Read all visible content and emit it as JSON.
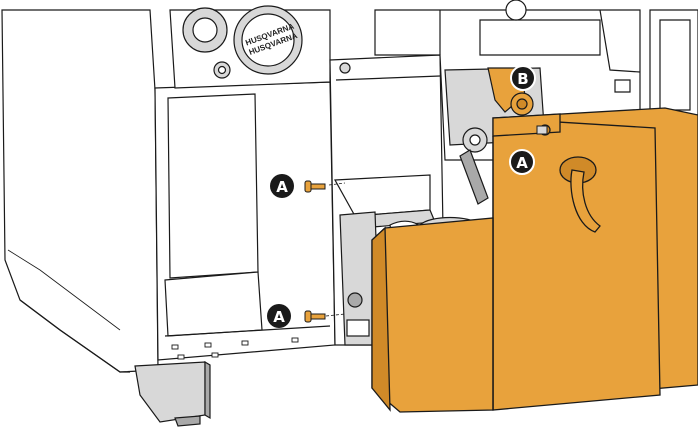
{
  "colors": {
    "panel_fill": "#ffffff",
    "line": "#1a1a1a",
    "grey_part": "#d8d8d8",
    "dark_grey": "#a9a9a9",
    "cover_fill": "#e8a23c",
    "cover_shade": "#d08a28",
    "screw": "#d9952f"
  },
  "logo": {
    "line1": "HUSQVARNA",
    "line2": "HUSQVARNA"
  },
  "callouts": [
    {
      "id": "a-right-top",
      "label": "A"
    },
    {
      "id": "b-right-top",
      "label": "B"
    },
    {
      "id": "a-left-upper",
      "label": "A"
    },
    {
      "id": "a-left-lower",
      "label": "A"
    }
  ]
}
